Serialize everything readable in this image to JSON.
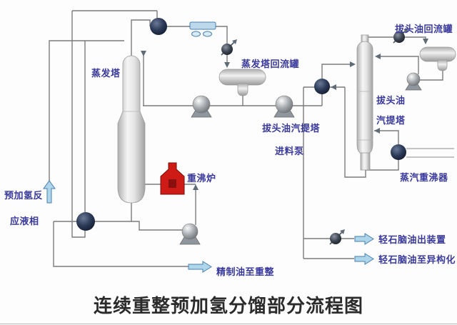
{
  "diagram": {
    "title": "连续重整预加氢分馏部分流程图",
    "labels": {
      "evaporator": "蒸发塔",
      "evap_reflux_drum": "蒸发塔回流罐",
      "overhead_oil_reflux_drum": "拔头油回流罐",
      "overhead_oil_stripper": "拔头油汽提塔",
      "feed_pump": "进料泵",
      "stripper_line1": "拔头油",
      "stripper_line2": "汽提塔",
      "steam_reboiler": "蒸汽重沸器",
      "reboiler_furnace": "重沸炉",
      "feed_line1": "预加氢反",
      "feed_line2": "应液相",
      "refined_oil_out": "精制油至重整",
      "light_naphtha_out": "轻石脑油出装置",
      "light_naphtha_isom": "轻石脑油至异构化"
    },
    "colors": {
      "label": "#3a3a9c",
      "title": "#2b2b2b",
      "pipe": "#7b7b7b",
      "arrow_fill": "#aed6ea",
      "arrow_stroke": "#4a7fae",
      "furnace_red": "#cf1b15",
      "furnace_core": "#8a1010",
      "cooler_fill": "#bcd9ec",
      "sphere_navy": "#2c3a58",
      "background": "#fdfdfd"
    }
  }
}
